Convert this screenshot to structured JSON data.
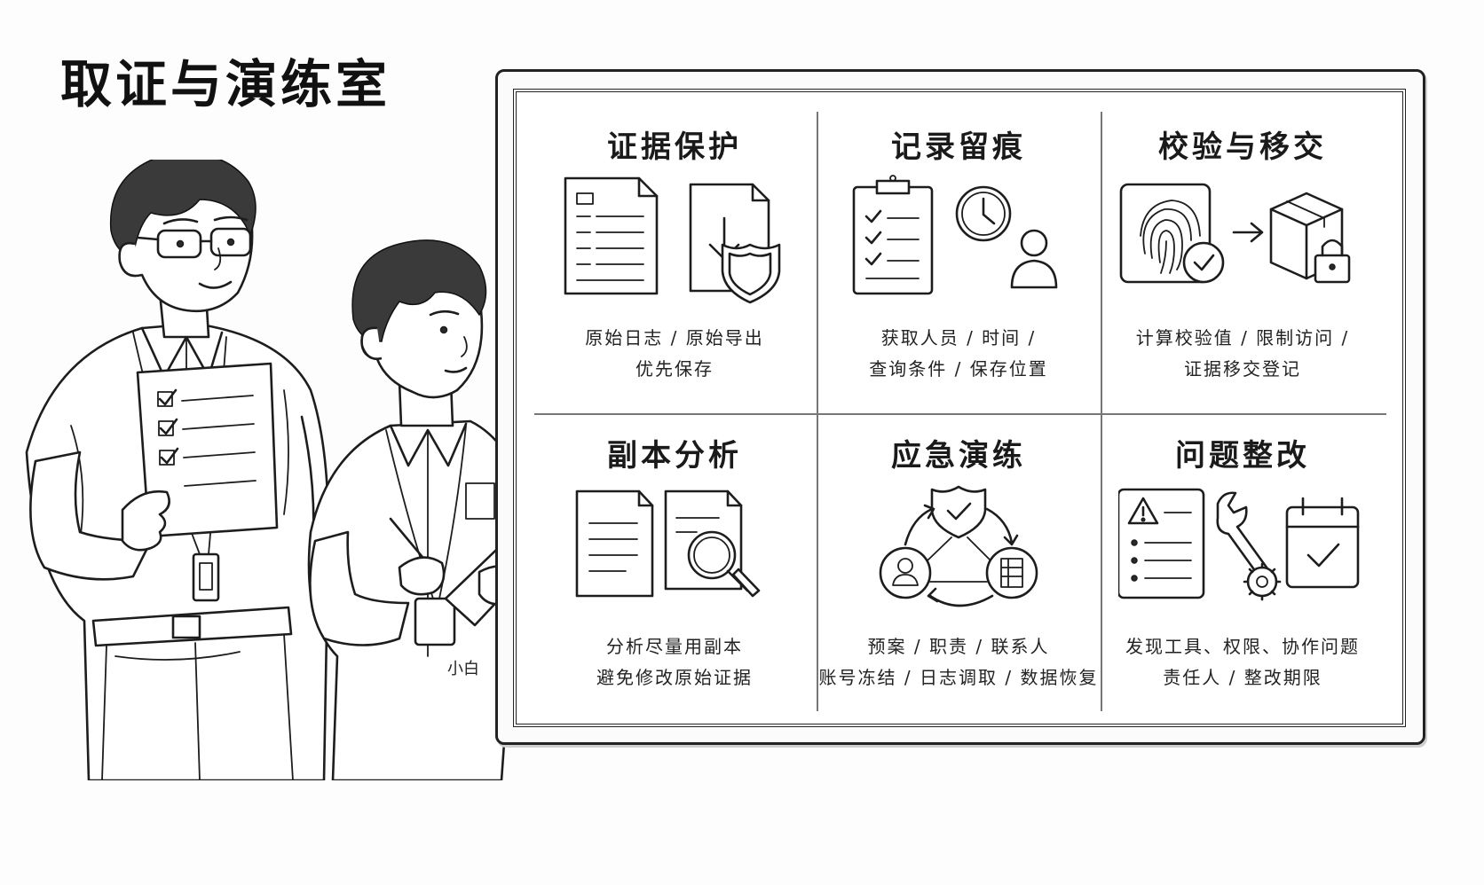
{
  "title": "取证与演练室",
  "board": {
    "panels": [
      {
        "title": "证据保护",
        "lines": [
          "原始日志 / 原始导出",
          "优先保存"
        ],
        "icons": [
          "document-icon",
          "download-shield-icon"
        ]
      },
      {
        "title": "记录留痕",
        "lines": [
          "获取人员 / 时间 /",
          "查询条件 / 保存位置"
        ],
        "icons": [
          "checklist-clipboard-icon",
          "clock-icon",
          "person-icon"
        ]
      },
      {
        "title": "校验与移交",
        "lines": [
          "计算校验值 / 限制访问 /",
          "证据移交登记"
        ],
        "icons": [
          "fingerprint-check-icon",
          "arrow-right-icon",
          "locked-box-icon"
        ]
      },
      {
        "title": "副本分析",
        "lines": [
          "分析尽量用副本",
          "避免修改原始证据"
        ],
        "icons": [
          "document-copy-icon",
          "magnifier-document-icon"
        ]
      },
      {
        "title": "应急演练",
        "lines": [
          "预案 / 职责 / 联系人",
          "账号冻结 / 日志调取 / 数据恢复"
        ],
        "icons": [
          "shield-check-icon",
          "person-circle-icon",
          "server-circle-icon",
          "cycle-arrows-icon"
        ]
      },
      {
        "title": "问题整改",
        "lines": [
          "发现工具、权限、协作问题",
          "责任人 / 整改期限"
        ],
        "icons": [
          "warning-list-icon",
          "wrench-gear-icon",
          "calendar-check-icon"
        ]
      }
    ]
  },
  "characters": {
    "badge_name": "小白"
  }
}
